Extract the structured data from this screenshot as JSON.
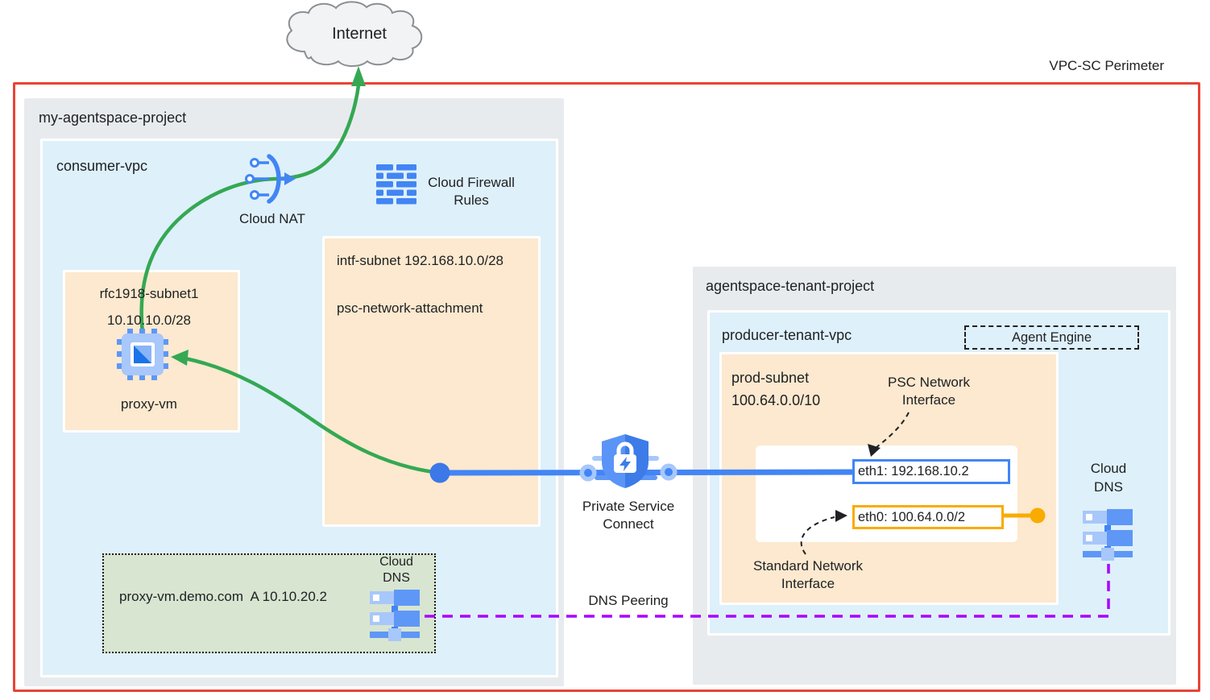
{
  "colors": {
    "perimeter_red": "#E94335",
    "project_gray": "#E8EBEE",
    "vpc_blue": "#DEF0FA",
    "subnet_peach": "#FCE9CF",
    "dns_zone_green": "#D8E5D1",
    "line_green": "#34A853",
    "line_blue": "#4285F4",
    "line_yellow": "#F9AB00",
    "line_purple": "#AA00FF",
    "icon_blue": "#4285F4",
    "icon_light_blue": "#A8C7FA"
  },
  "perimeter": {
    "label": "VPC-SC Perimeter"
  },
  "internet": {
    "label": "Internet"
  },
  "left_project": {
    "title": "my-agentspace-project",
    "vpc": {
      "title": "consumer-vpc",
      "cloud_nat_label": "Cloud NAT",
      "firewall_label_line1": "Cloud Firewall",
      "firewall_label_line2": "Rules",
      "intf_subnet": {
        "line1": "intf-subnet 192.168.10.0/28",
        "line2": "psc-network-attachment"
      },
      "rfc_subnet": {
        "name": "rfc1918-subnet1",
        "cidr": "10.10.10.0/28",
        "vm_label": "proxy-vm"
      },
      "dns_zone": {
        "record": "proxy-vm.demo.com  A 10.10.20.2",
        "label_line1": "Cloud",
        "label_line2": "DNS"
      }
    }
  },
  "psc": {
    "label_line1": "Private Service",
    "label_line2": "Connect"
  },
  "dns_peering_label": "DNS Peering",
  "right_project": {
    "title": "agentspace-tenant-project",
    "vpc": {
      "title": "producer-tenant-vpc",
      "agent_engine_label": "Agent Engine",
      "prod_subnet": {
        "name": "prod-subnet",
        "cidr": "100.64.0.0/10",
        "psc_nic_line1": "PSC Network",
        "psc_nic_line2": "Interface",
        "eth1": "eth1: 192.168.10.2",
        "eth0": "eth0: 100.64.0.0/2",
        "std_nic_line1": "Standard Network",
        "std_nic_line2": "Interface"
      },
      "dns": {
        "label_line1": "Cloud",
        "label_line2": "DNS"
      }
    }
  }
}
